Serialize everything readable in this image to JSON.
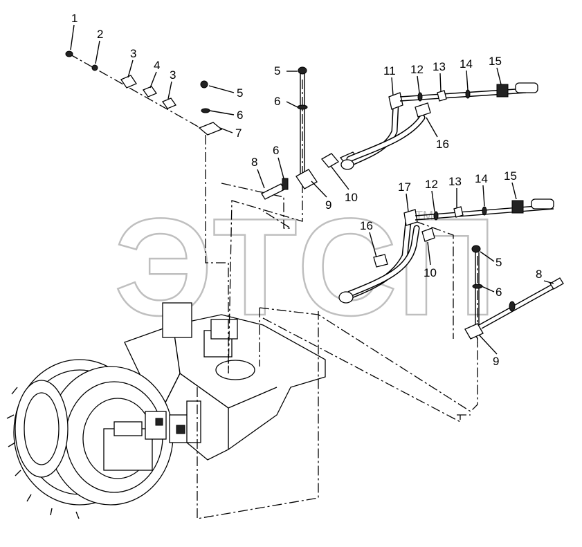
{
  "watermark": {
    "text": "ЭТСП",
    "tm": "TM"
  },
  "callouts": {
    "c1": "1",
    "c2": "2",
    "c3a": "3",
    "c4": "4",
    "c3b": "3",
    "c5a": "5",
    "c6a": "6",
    "c7": "7",
    "c5b": "5",
    "c6b": "6",
    "c8a": "8",
    "c6c": "6",
    "c9a": "9",
    "c10a": "10",
    "c11": "11",
    "c12a": "12",
    "c13a": "13",
    "c14a": "14",
    "c15a": "15",
    "c16a": "16",
    "c17": "17",
    "c12b": "12",
    "c13b": "13",
    "c14b": "14",
    "c15b": "15",
    "c16b": "16",
    "c10b": "10",
    "c5c": "5",
    "c8b": "8",
    "c6d": "6",
    "c9b": "9"
  }
}
